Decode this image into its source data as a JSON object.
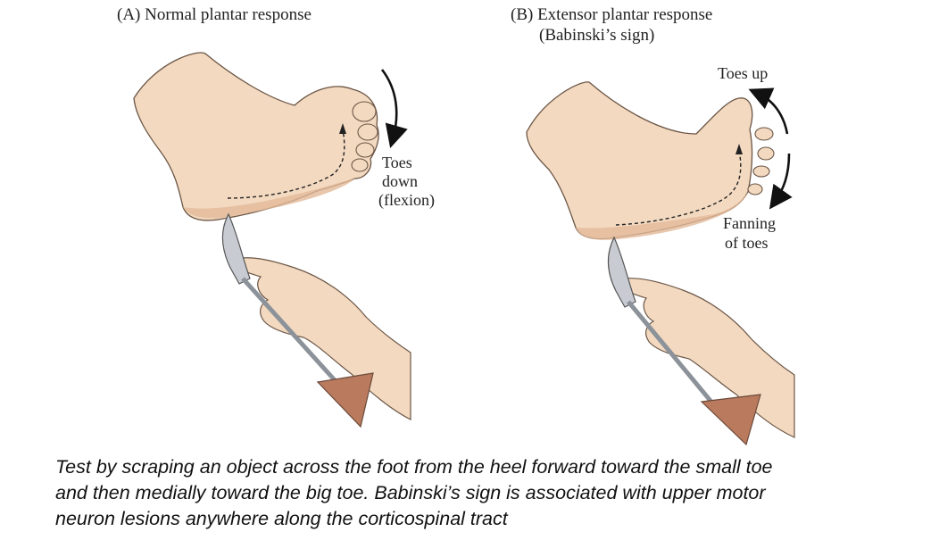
{
  "panels": {
    "a": {
      "title": "(A) Normal plantar response",
      "annotation_lines": [
        "Toes",
        "down",
        "(flexion)"
      ]
    },
    "b": {
      "title_line1": "(B) Extensor plantar response",
      "title_line2": "(Babinski’s sign)",
      "annotation_top": "Toes up",
      "annotation_bottom_lines": [
        "Fanning",
        "of toes"
      ]
    }
  },
  "caption_lines": [
    "Test by scraping an object across the foot from the heel forward toward the small toe",
    "and then medially toward the big toe.  Babinski’s sign is associated with upper motor",
    "neuron lesions anywhere along the corticospinal tract"
  ],
  "colors": {
    "skin": "#f3d9c0",
    "skin_shadow": "#e2b998",
    "outline": "#6b5646",
    "hammer_head": "#b97a5e",
    "metal": "#9aa0a8",
    "arrow": "#111111"
  }
}
